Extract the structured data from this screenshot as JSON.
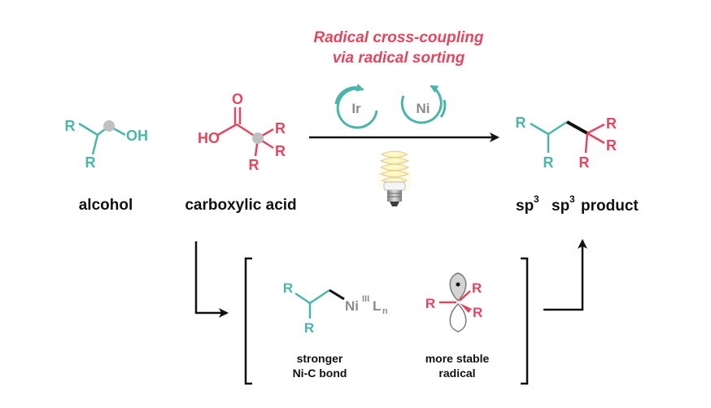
{
  "title": {
    "line1": "Radical cross-coupling",
    "line2": "via radical sorting"
  },
  "colors": {
    "teal": "#4bb5aa",
    "red": "#e2475f",
    "black": "#111111",
    "gray": "#8c8c8c"
  },
  "alcohol": {
    "r_top": "R",
    "r_bottom": "R",
    "oh": "OH",
    "name": "alcohol"
  },
  "acid": {
    "ho": "HO",
    "o": "O",
    "r1": "R",
    "r2": "R",
    "r3": "R",
    "name": "carboxylic acid"
  },
  "catalysts": {
    "ir": "Ir",
    "ni": "Ni",
    "light_icon": "light-bulb-icon"
  },
  "product": {
    "r_top": "R",
    "r_bottom": "R",
    "r_a": "R",
    "r_b": "R",
    "r_c": "R",
    "sp_a": "sp",
    "sup_a": "3",
    "sp_b": "sp",
    "sup_b": "3",
    "product_word": "product"
  },
  "intermediates": {
    "nickel": {
      "r_top": "R",
      "r_bottom": "R",
      "ni": "Ni",
      "ox": "III",
      "l": "L",
      "sub": "n",
      "caption1": "stronger",
      "caption2": "Ni-C bond"
    },
    "radical": {
      "r_left": "R",
      "r_top": "R",
      "r_bottom": "R",
      "caption1": "more stable",
      "caption2": "radical"
    }
  }
}
